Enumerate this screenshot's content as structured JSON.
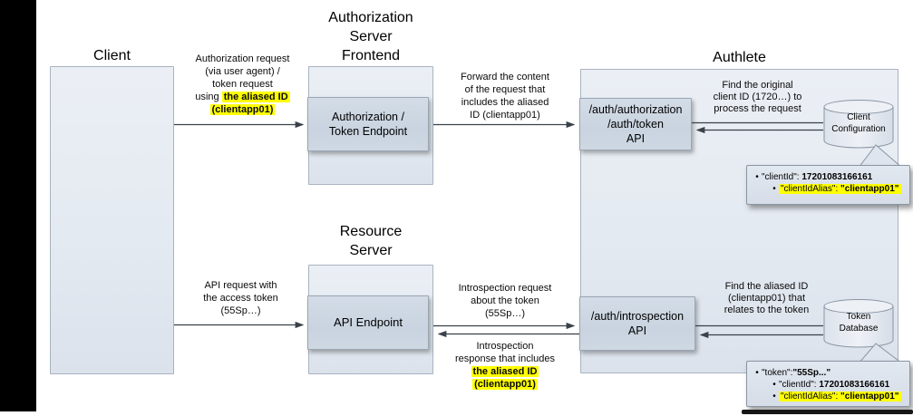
{
  "titles": {
    "client": "Client",
    "auth_server_frontend": [
      "Authorization",
      "Server",
      "Frontend"
    ],
    "authlete": "Authlete",
    "resource_server": [
      "Resource",
      "Server"
    ]
  },
  "boxes": {
    "auth_token_endpoint": [
      "Authorization /",
      "Token Endpoint"
    ],
    "api_endpoint": "API Endpoint",
    "auth_authorization_api": [
      "/auth/authorization",
      "/auth/token",
      "API"
    ],
    "auth_introspection_api": [
      "/auth/introspection",
      "API"
    ]
  },
  "datastores": {
    "client_configuration": [
      "Client",
      "Configuration"
    ],
    "token_database": [
      "Token",
      "Database"
    ]
  },
  "labels": {
    "auth_request": {
      "lines": [
        "Authorization request",
        "(via user agent) /",
        "token request"
      ],
      "prefix": "using ",
      "highlight1": "the aliased ID",
      "highlight2": "(clientapp01)"
    },
    "forward_request": [
      "Forward the content",
      "of the request that",
      "includes the aliased",
      "ID (clientapp01)"
    ],
    "find_original": [
      "Find the original",
      "client ID (1720…) to",
      "process the request"
    ],
    "api_request": [
      "API request with",
      "the access token",
      "(55Sp…)"
    ],
    "introspection_request": [
      "Introspection request",
      "about the token",
      "(55Sp…)"
    ],
    "introspection_response": {
      "lines": [
        "Introspection",
        "response that includes"
      ],
      "highlight1": "the aliased ID",
      "highlight2": "(clientapp01)"
    },
    "find_aliased": [
      "Find the aliased ID",
      "(clientapp01) that",
      "relates to the token"
    ]
  },
  "callouts": {
    "client_config": {
      "items": [
        {
          "key": "\"clientId\": ",
          "value": "17201083166161"
        },
        {
          "key": "\"clientIdAlias\": ",
          "value": "\"clientapp01\""
        }
      ]
    },
    "token_db": {
      "items": [
        {
          "key": "\"token\":",
          "value": "\"55Sp...\""
        },
        {
          "key": "\"clientId\": ",
          "value": "17201083166161"
        },
        {
          "key": "\"clientIdAlias\": ",
          "value": "\"clientapp01\""
        }
      ]
    }
  },
  "colors": {
    "highlight": "#ffff00",
    "arrow": "#3a4149",
    "outer_box_border": "#a9b3c0",
    "inner_box_border": "#9aa6b4"
  }
}
